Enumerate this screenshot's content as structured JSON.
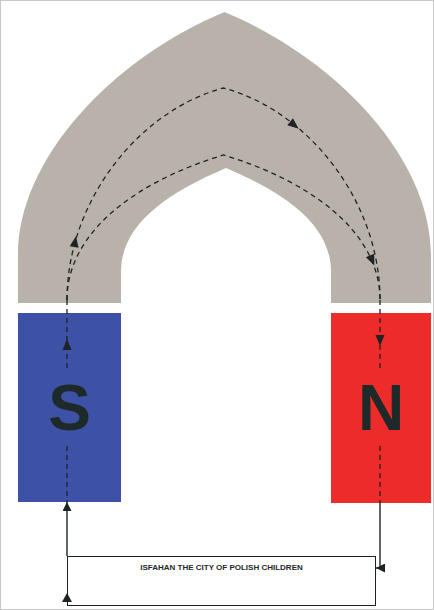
{
  "diagram": {
    "nodes": [
      {
        "text": [
          "S"
        ]
      },
      {
        "text": [
          "N"
        ]
      },
      {
        "text": [
          "ISFAHAN THE CITY OF POLISH CHILDREN"
        ]
      }
    ],
    "edges": [
      {
        "from": 2,
        "to": 0,
        "arrow": "to"
      },
      {
        "from": 1,
        "to": 2,
        "arrow": "to"
      }
    ]
  }
}
